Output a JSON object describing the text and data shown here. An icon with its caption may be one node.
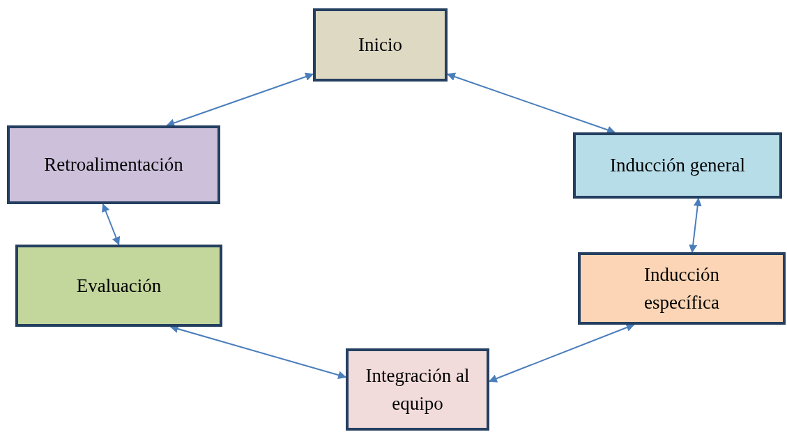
{
  "diagram": {
    "nodes": [
      {
        "text": [
          "Inicio"
        ]
      },
      {
        "text": [
          "Inducción general"
        ]
      },
      {
        "text": [
          "Inducción específica"
        ]
      },
      {
        "text": [
          "Integración al equipo"
        ]
      },
      {
        "text": [
          "Evaluación"
        ]
      },
      {
        "text": [
          "Retroalimentación"
        ]
      }
    ],
    "edges": [
      {
        "from": 0,
        "to": 1,
        "arrow": "both"
      },
      {
        "from": 1,
        "to": 2,
        "arrow": "both"
      },
      {
        "from": 2,
        "to": 3,
        "arrow": "both"
      },
      {
        "from": 3,
        "to": 4,
        "arrow": "both"
      },
      {
        "from": 4,
        "to": 5,
        "arrow": "both"
      },
      {
        "from": 5,
        "to": 0,
        "arrow": "both"
      }
    ]
  }
}
